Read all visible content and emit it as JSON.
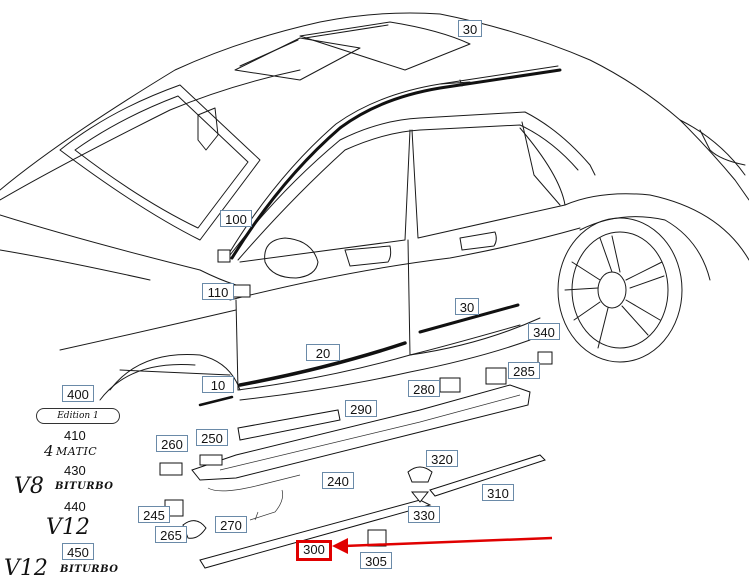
{
  "callouts": {
    "c100": "100",
    "c30_top": "30",
    "c110": "110",
    "c30": "30",
    "c20": "20",
    "c340": "340",
    "c285": "285",
    "c280": "280",
    "c10": "10",
    "c290": "290",
    "c400": "400",
    "c260": "260",
    "c250": "250",
    "c320": "320",
    "c240": "240",
    "c310": "310",
    "c245": "245",
    "c330": "330",
    "c270": "270",
    "c265": "265",
    "c450": "450",
    "c300": "300",
    "c305": "305"
  },
  "plain_labels": {
    "p410": "410",
    "p430": "430",
    "p440": "440"
  },
  "badges": {
    "edition": "Edition 1",
    "matic_4": "4",
    "matic_word": "MATIC",
    "v8": "V8",
    "v8_biturbo": "BITURBO",
    "v12": "V12",
    "v12b": "V12",
    "v12_biturbo": "BITURBO"
  },
  "colors": {
    "highlight": "#e00000",
    "callout_border": "#6a8aa8"
  }
}
